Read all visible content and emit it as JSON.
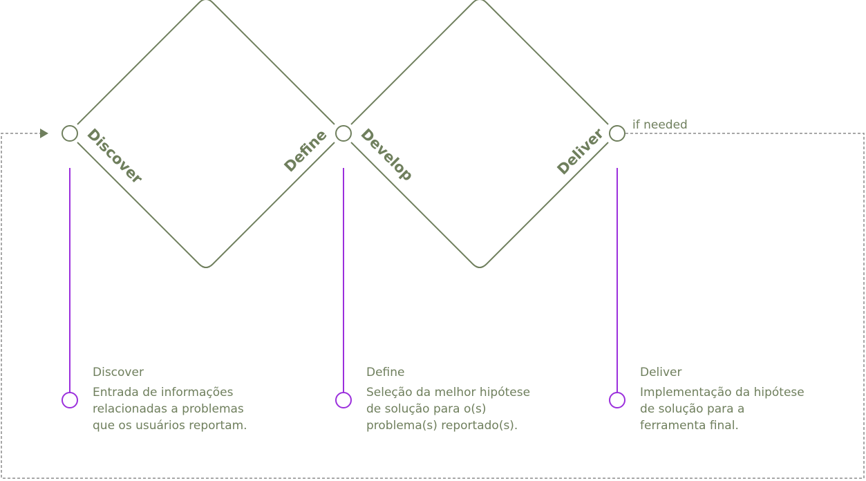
{
  "colors": {
    "diamond": "#6f7f5d",
    "text": "#6f7f5d",
    "accent": "#9b2fdc",
    "dashed": "#8a8a8a"
  },
  "stages": {
    "discover": "Discover",
    "define": "Define",
    "develop": "Develop",
    "deliver": "Deliver"
  },
  "loop": {
    "label": "if needed"
  },
  "descriptions": [
    {
      "title": "Discover",
      "lines": [
        "Entrada de informações",
        "relacionadas a problemas",
        "que os usuários reportam."
      ]
    },
    {
      "title": "Define",
      "lines": [
        "Seleção da melhor hipótese",
        "de solução para o(s)",
        "problema(s) reportado(s)."
      ]
    },
    {
      "title": "Deliver",
      "lines": [
        "Implementação da hipótese",
        "de solução para a",
        "ferramenta final."
      ]
    }
  ]
}
